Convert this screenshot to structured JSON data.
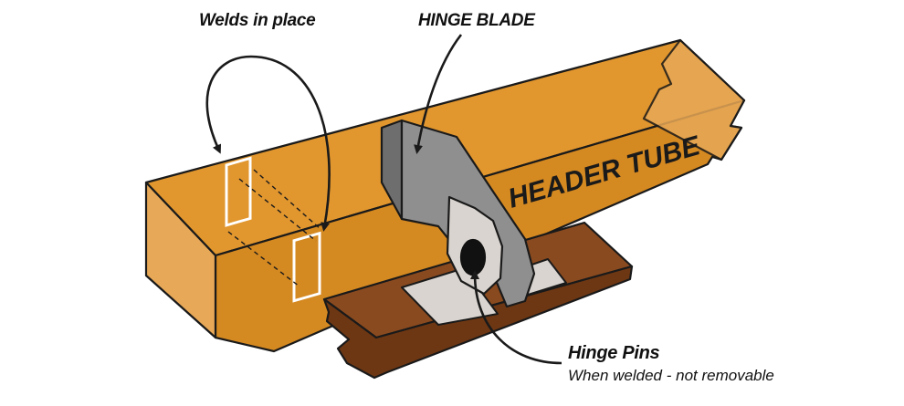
{
  "labels": {
    "welds": "Welds in place",
    "hinge_blade": "HINGE BLADE",
    "header_tube": "HEADER TUBE",
    "hinge_pins": "Hinge Pins",
    "hinge_pins_note": "When welded - not removable"
  },
  "colors": {
    "tube_top": "#E1962E",
    "tube_front": "#D58921",
    "tube_end": "#E7A857",
    "blade": "#8F8F8F",
    "blade_dark": "#6E6E6E",
    "plate": "#D9D4CF",
    "base_top": "#8A4A1F",
    "base_front": "#6E3713",
    "outline": "#1A1A1A",
    "weld": "#FFFFFF"
  }
}
